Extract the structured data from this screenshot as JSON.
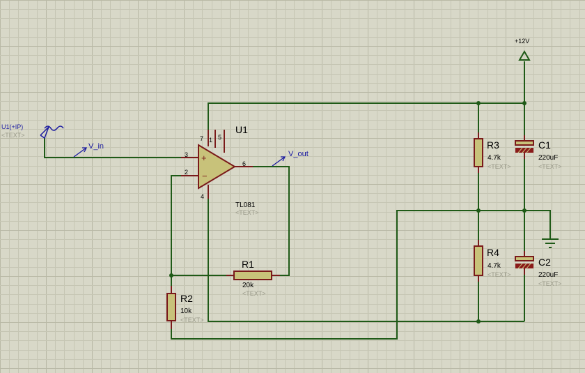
{
  "source": {
    "designator": "U1(+IP)",
    "text": "<TEXT>"
  },
  "opamp": {
    "designator": "U1",
    "part": "TL081",
    "text": "<TEXT>",
    "pins": {
      "p7": "7",
      "p1": "1",
      "p5": "5",
      "p3": "3",
      "p2": "2",
      "p6": "6",
      "p4": "4"
    },
    "plus": "+",
    "minus": "−"
  },
  "nets": {
    "in": "V_in",
    "out": "V_out"
  },
  "power": {
    "label": "+12V"
  },
  "resistors": {
    "r1": {
      "designator": "R1",
      "value": "20k",
      "text": "<TEXT>"
    },
    "r2": {
      "designator": "R2",
      "value": "10k",
      "text": "<TEXT>"
    },
    "r3": {
      "designator": "R3",
      "value": "4.7k",
      "text": "<TEXT>"
    },
    "r4": {
      "designator": "R4",
      "value": "4.7k",
      "text": "<TEXT>"
    }
  },
  "capacitors": {
    "c1": {
      "designator": "C1",
      "value": "220uF",
      "text": "<TEXT>"
    },
    "c2": {
      "designator": "C2",
      "value": "220uF",
      "text": "<TEXT>"
    }
  }
}
